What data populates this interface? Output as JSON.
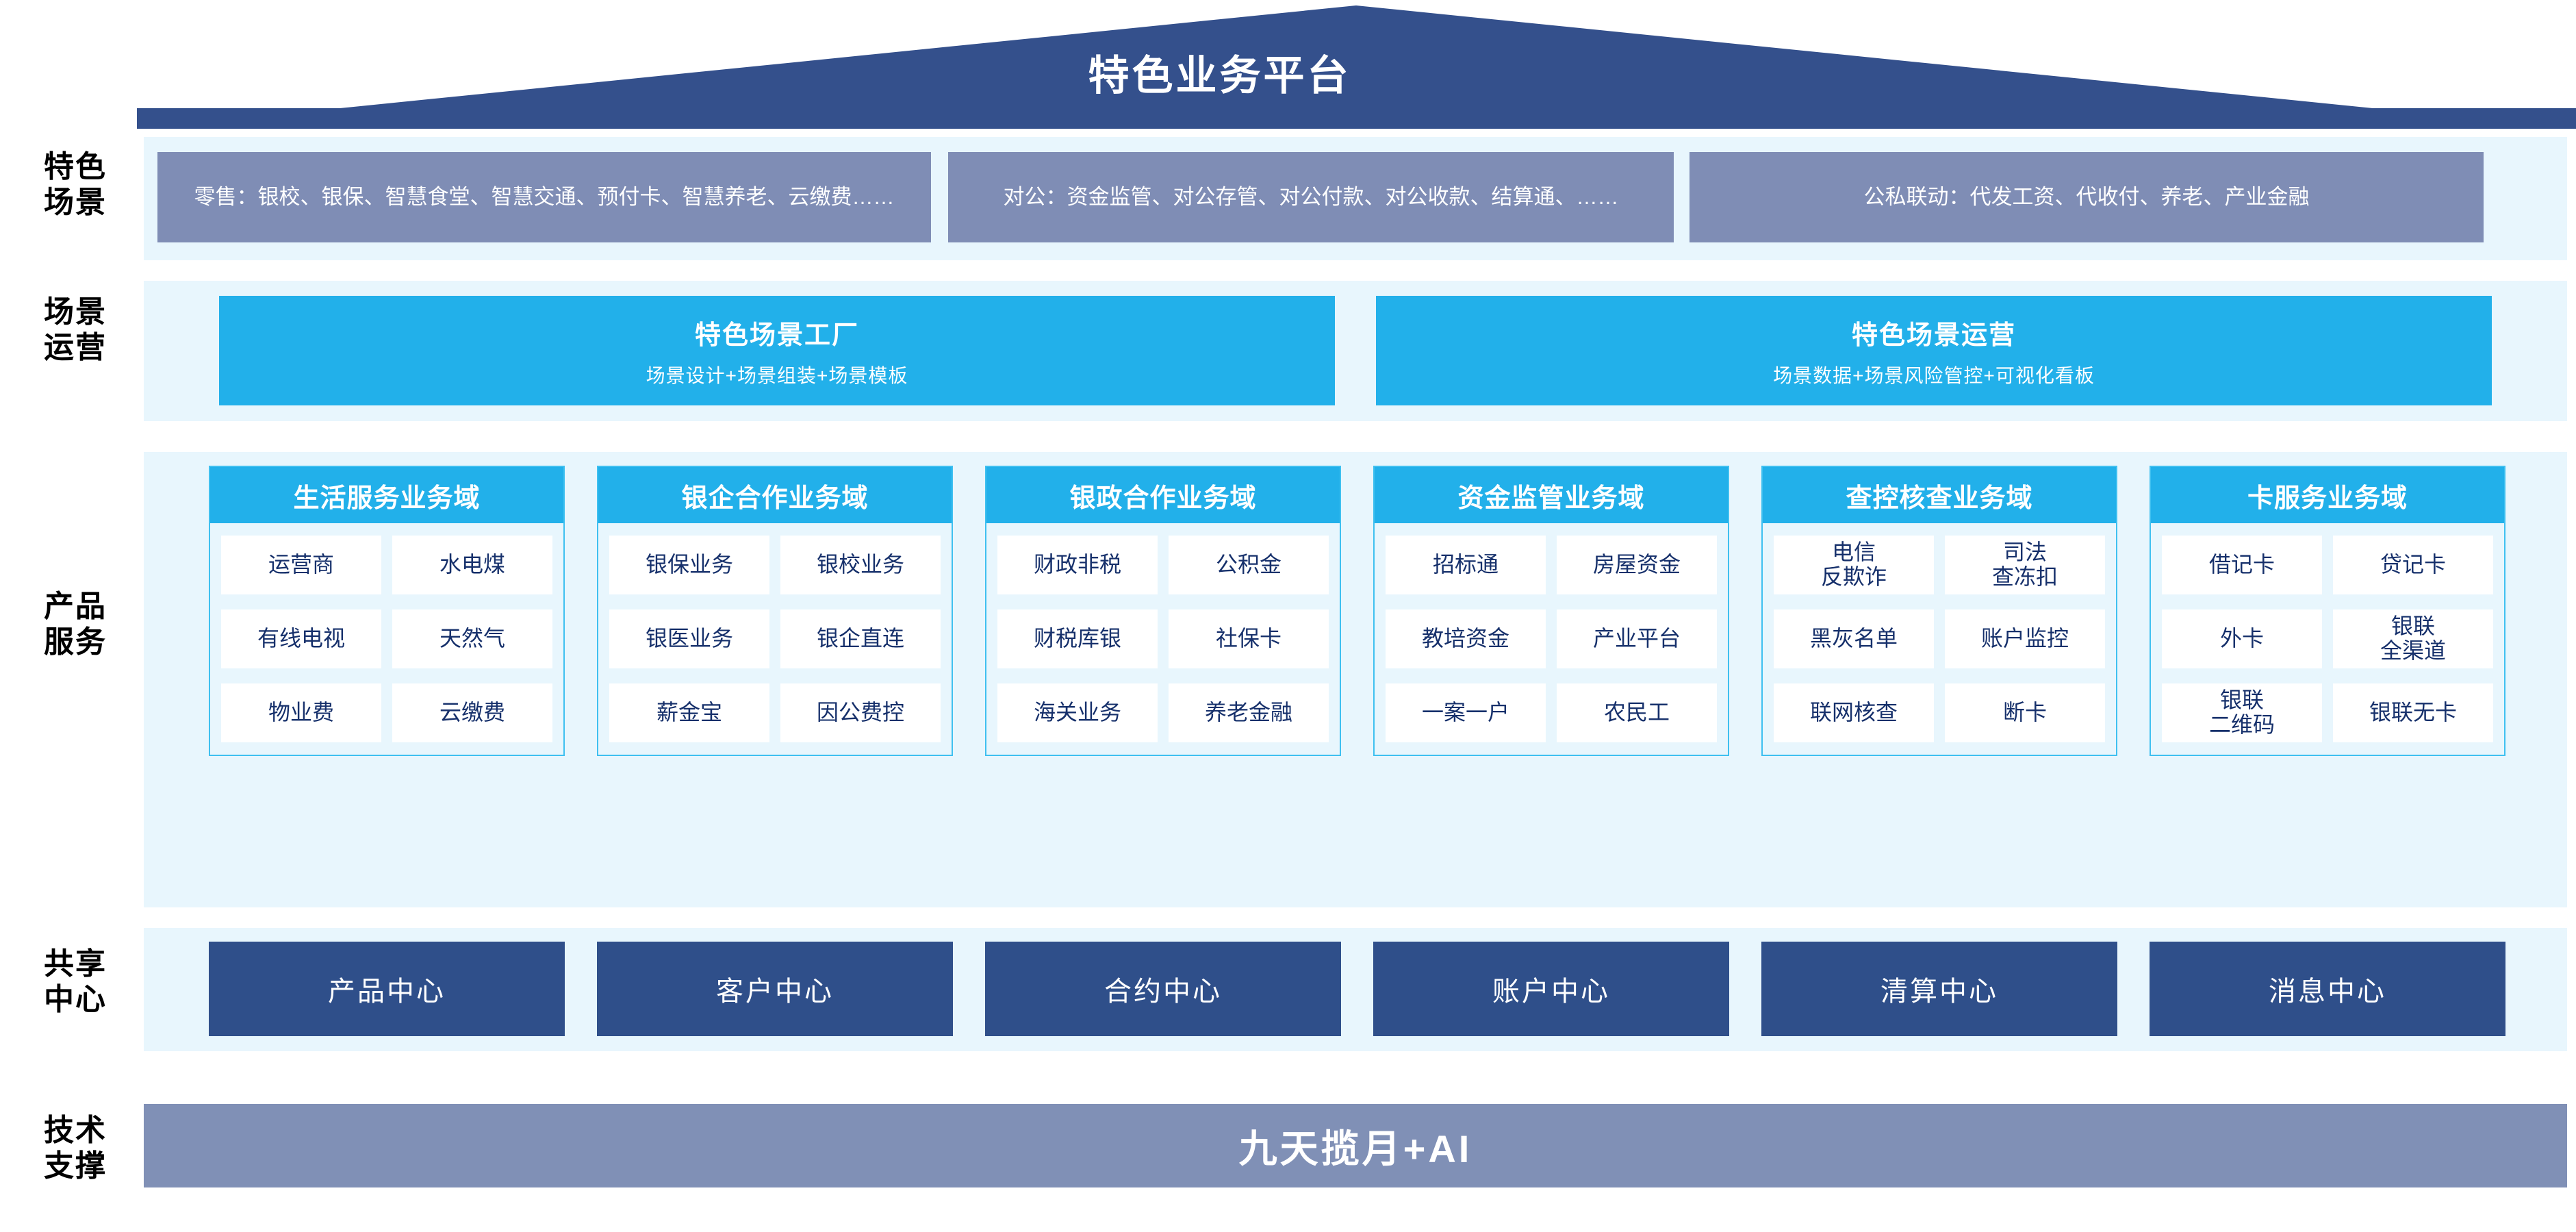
{
  "header": {
    "title": "特色业务平台",
    "roof_color": "#34508c"
  },
  "colors": {
    "band_bg": "#e8f6fd",
    "scenario_box": "#7f8db5",
    "cyan": "#22b0ea",
    "dark_blue": "#2f4f8a",
    "tech_bar": "#8090b6",
    "cell_text": "#16306b"
  },
  "rows": {
    "scenario_label": "特色\n场景",
    "operation_label": "场景\n运营",
    "product_label": "产品\n服务",
    "shared_label": "共享\n中心",
    "tech_label": "技术\n支撑"
  },
  "scenarios": [
    {
      "name": "retail",
      "text": "零售：银校、银保、智慧食堂、智慧交通、预付卡、智慧养老、云缴费……"
    },
    {
      "name": "corporate",
      "text": "对公：资金监管、对公存管、对公付款、对公收款、结算通、……"
    },
    {
      "name": "public-private",
      "text": "公私联动：代发工资、代收付、养老、产业金融"
    }
  ],
  "operations": [
    {
      "name": "scene-factory",
      "title": "特色场景工厂",
      "subtitle": "场景设计+场景组装+场景模板"
    },
    {
      "name": "scene-operation",
      "title": "特色场景运营",
      "subtitle": "场景数据+场景风险管控+可视化看板"
    }
  ],
  "domains": [
    {
      "name": "life-service",
      "title": "生活服务业务域",
      "items": [
        "运营商",
        "水电煤",
        "有线电视",
        "天然气",
        "物业费",
        "云缴费"
      ]
    },
    {
      "name": "bank-enterprise",
      "title": "银企合作业务域",
      "items": [
        "银保业务",
        "银校业务",
        "银医业务",
        "银企直连",
        "薪金宝",
        "因公费控"
      ]
    },
    {
      "name": "bank-government",
      "title": "银政合作业务域",
      "items": [
        "财政非税",
        "公积金",
        "财税库银",
        "社保卡",
        "海关业务",
        "养老金融"
      ]
    },
    {
      "name": "fund-supervision",
      "title": "资金监管业务域",
      "items": [
        "招标通",
        "房屋资金",
        "教培资金",
        "产业平台",
        "一案一户",
        "农民工"
      ]
    },
    {
      "name": "investigation-control",
      "title": "查控核查业务域",
      "items": [
        "电信\n反欺诈",
        "司法\n查冻扣",
        "黑灰名单",
        "账户监控",
        "联网核查",
        "断卡"
      ]
    },
    {
      "name": "card-service",
      "title": "卡服务业务域",
      "items": [
        "借记卡",
        "贷记卡",
        "外卡",
        "银联\n全渠道",
        "银联\n二维码",
        "银联无卡"
      ]
    }
  ],
  "shared_centers": [
    {
      "name": "product-center",
      "label": "产品中心"
    },
    {
      "name": "customer-center",
      "label": "客户中心"
    },
    {
      "name": "contract-center",
      "label": "合约中心"
    },
    {
      "name": "account-center",
      "label": "账户中心"
    },
    {
      "name": "clearing-center",
      "label": "清算中心"
    },
    {
      "name": "message-center",
      "label": "消息中心"
    }
  ],
  "tech_support": {
    "label": "九天揽月+AI"
  }
}
